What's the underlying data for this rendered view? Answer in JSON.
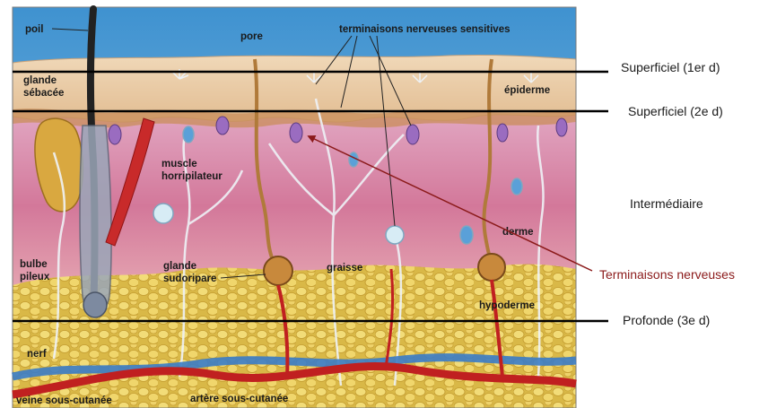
{
  "labels": {
    "poil": "poil",
    "pore": "pore",
    "terminaisons_sensitives": "terminaisons nerveuses sensitives",
    "glande_sebacee_1": "glande",
    "glande_sebacee_2": "sébacée",
    "epiderme": "épiderme",
    "muscle_1": "muscle",
    "muscle_2": "horripilateur",
    "derme": "derme",
    "bulbe_1": "bulbe",
    "bulbe_2": "pileux",
    "glande_sudoripare_1": "glande",
    "glande_sudoripare_2": "sudoripare",
    "graisse": "graisse",
    "hypoderme": "hypoderme",
    "nerf": "nerf",
    "veine": "veine sous-cutanée",
    "artere": "artère sous-cutanée"
  },
  "levels": {
    "superficiel_1": "Superficiel (1er d)",
    "superficiel_2": "Superficiel (2e d)",
    "intermediaire": "Intermédiaire",
    "terminaisons": "Terminaisons nerveuses",
    "profonde": "Profonde (3e d)"
  },
  "colors": {
    "annotation_red": "#8b1a1a",
    "level_line": "#000000",
    "sky": "#5aa6d8",
    "epidermis": "#e8c9a0",
    "dermis": "#d98aa6",
    "fat": "#e8cf5a"
  }
}
